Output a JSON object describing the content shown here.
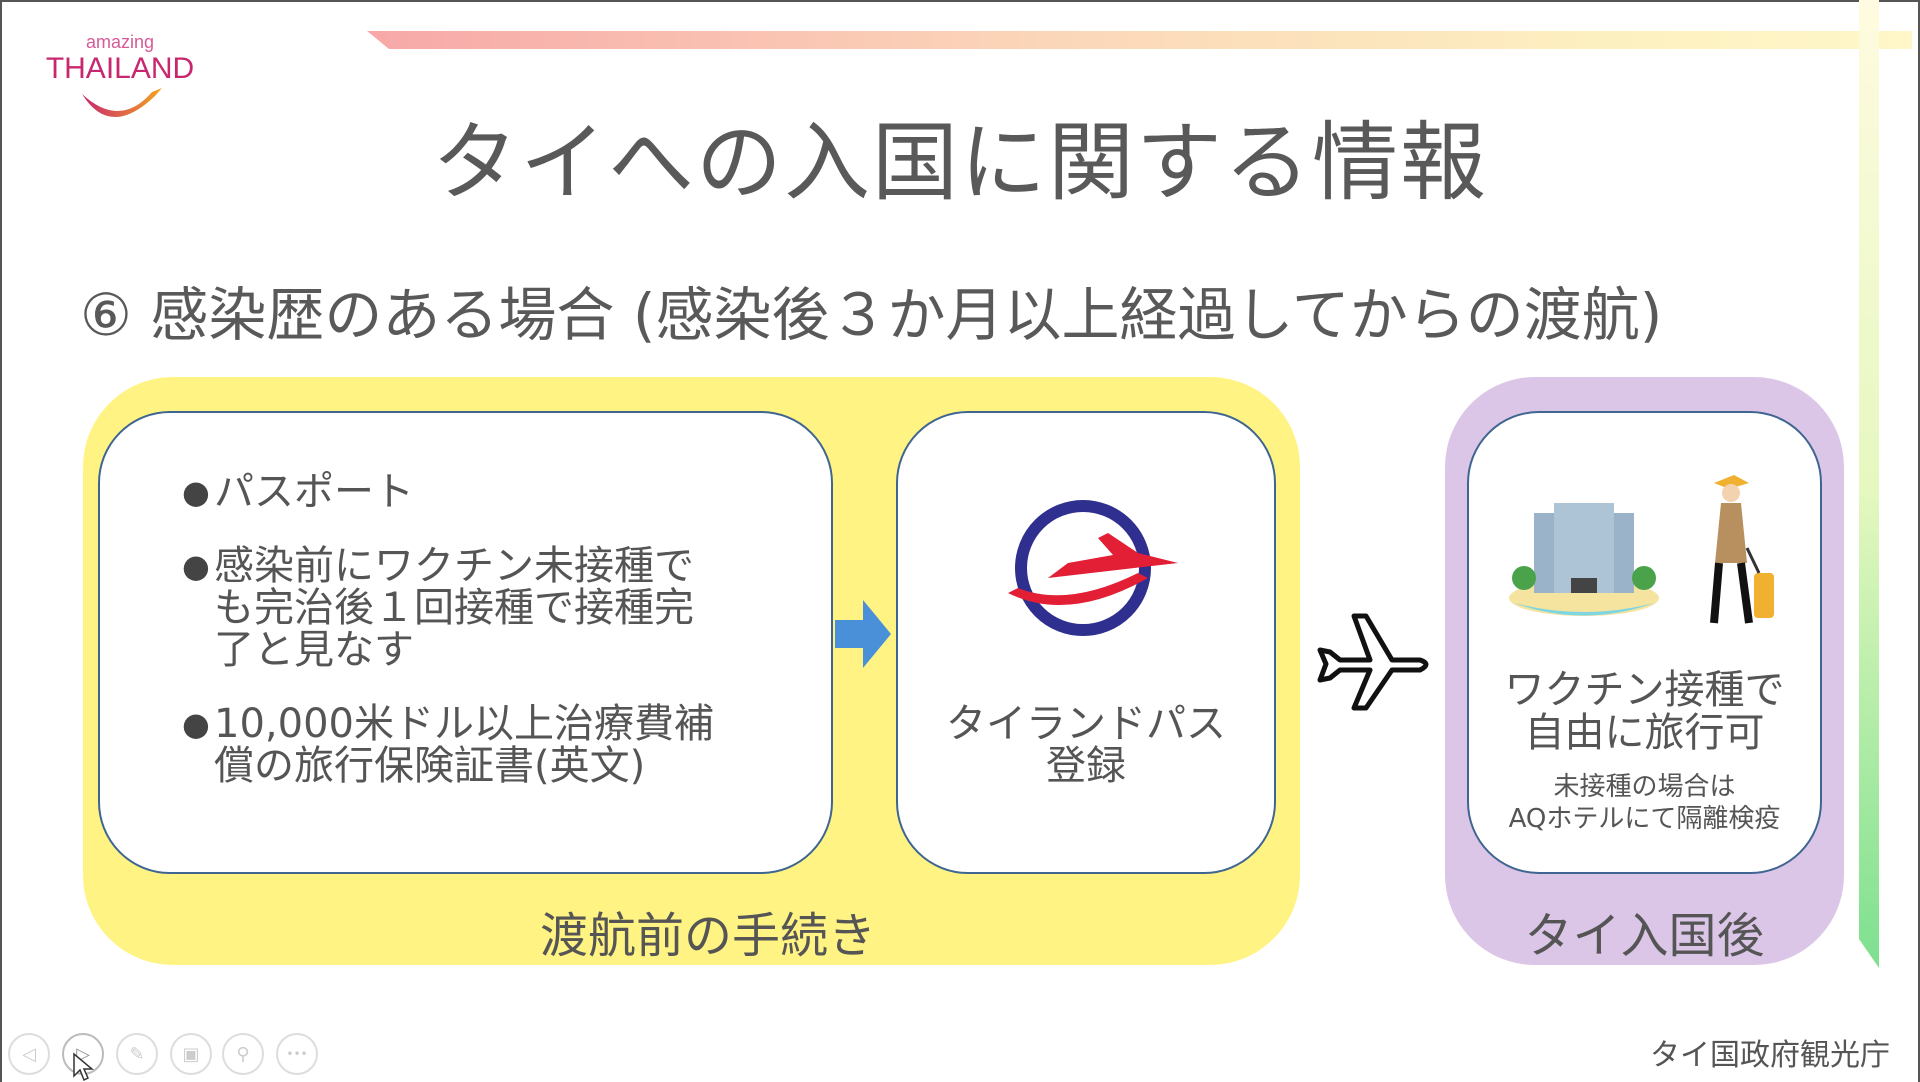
{
  "logo": {
    "top": "amazing",
    "main": "THAILAND"
  },
  "title": "タイへの入国に関する情報",
  "subtitle": "⑥ 感染歴のある場合 (感染後３か月以上経過してからの渡航)",
  "before": {
    "label": "渡航前の手続き",
    "bullets": [
      "パスポート",
      "感染前にワクチン未接種でも完治後１回接種で接種完了と見なす",
      "10,000米ドル以上治療費補償の旅行保険証書(英文)"
    ],
    "bullet_glyph": "●",
    "pass": {
      "line1": "タイランドパス",
      "line2": "登録"
    }
  },
  "after": {
    "label": "タイ入国後",
    "main_line1": "ワクチン接種で",
    "main_line2": "自由に旅行可",
    "note_line1": "未接種の場合は",
    "note_line2": "AQホテルにて隔離検疫"
  },
  "footer": "タイ国政府観光庁",
  "nav": [
    {
      "icon": "previous-icon",
      "glyph": "◁"
    },
    {
      "icon": "next-icon",
      "glyph": "▷"
    },
    {
      "icon": "pen-icon",
      "glyph": "✎"
    },
    {
      "icon": "slides-icon",
      "glyph": "▣"
    },
    {
      "icon": "zoom-icon",
      "glyph": "⚲"
    },
    {
      "icon": "more-icon",
      "glyph": "•••"
    }
  ]
}
